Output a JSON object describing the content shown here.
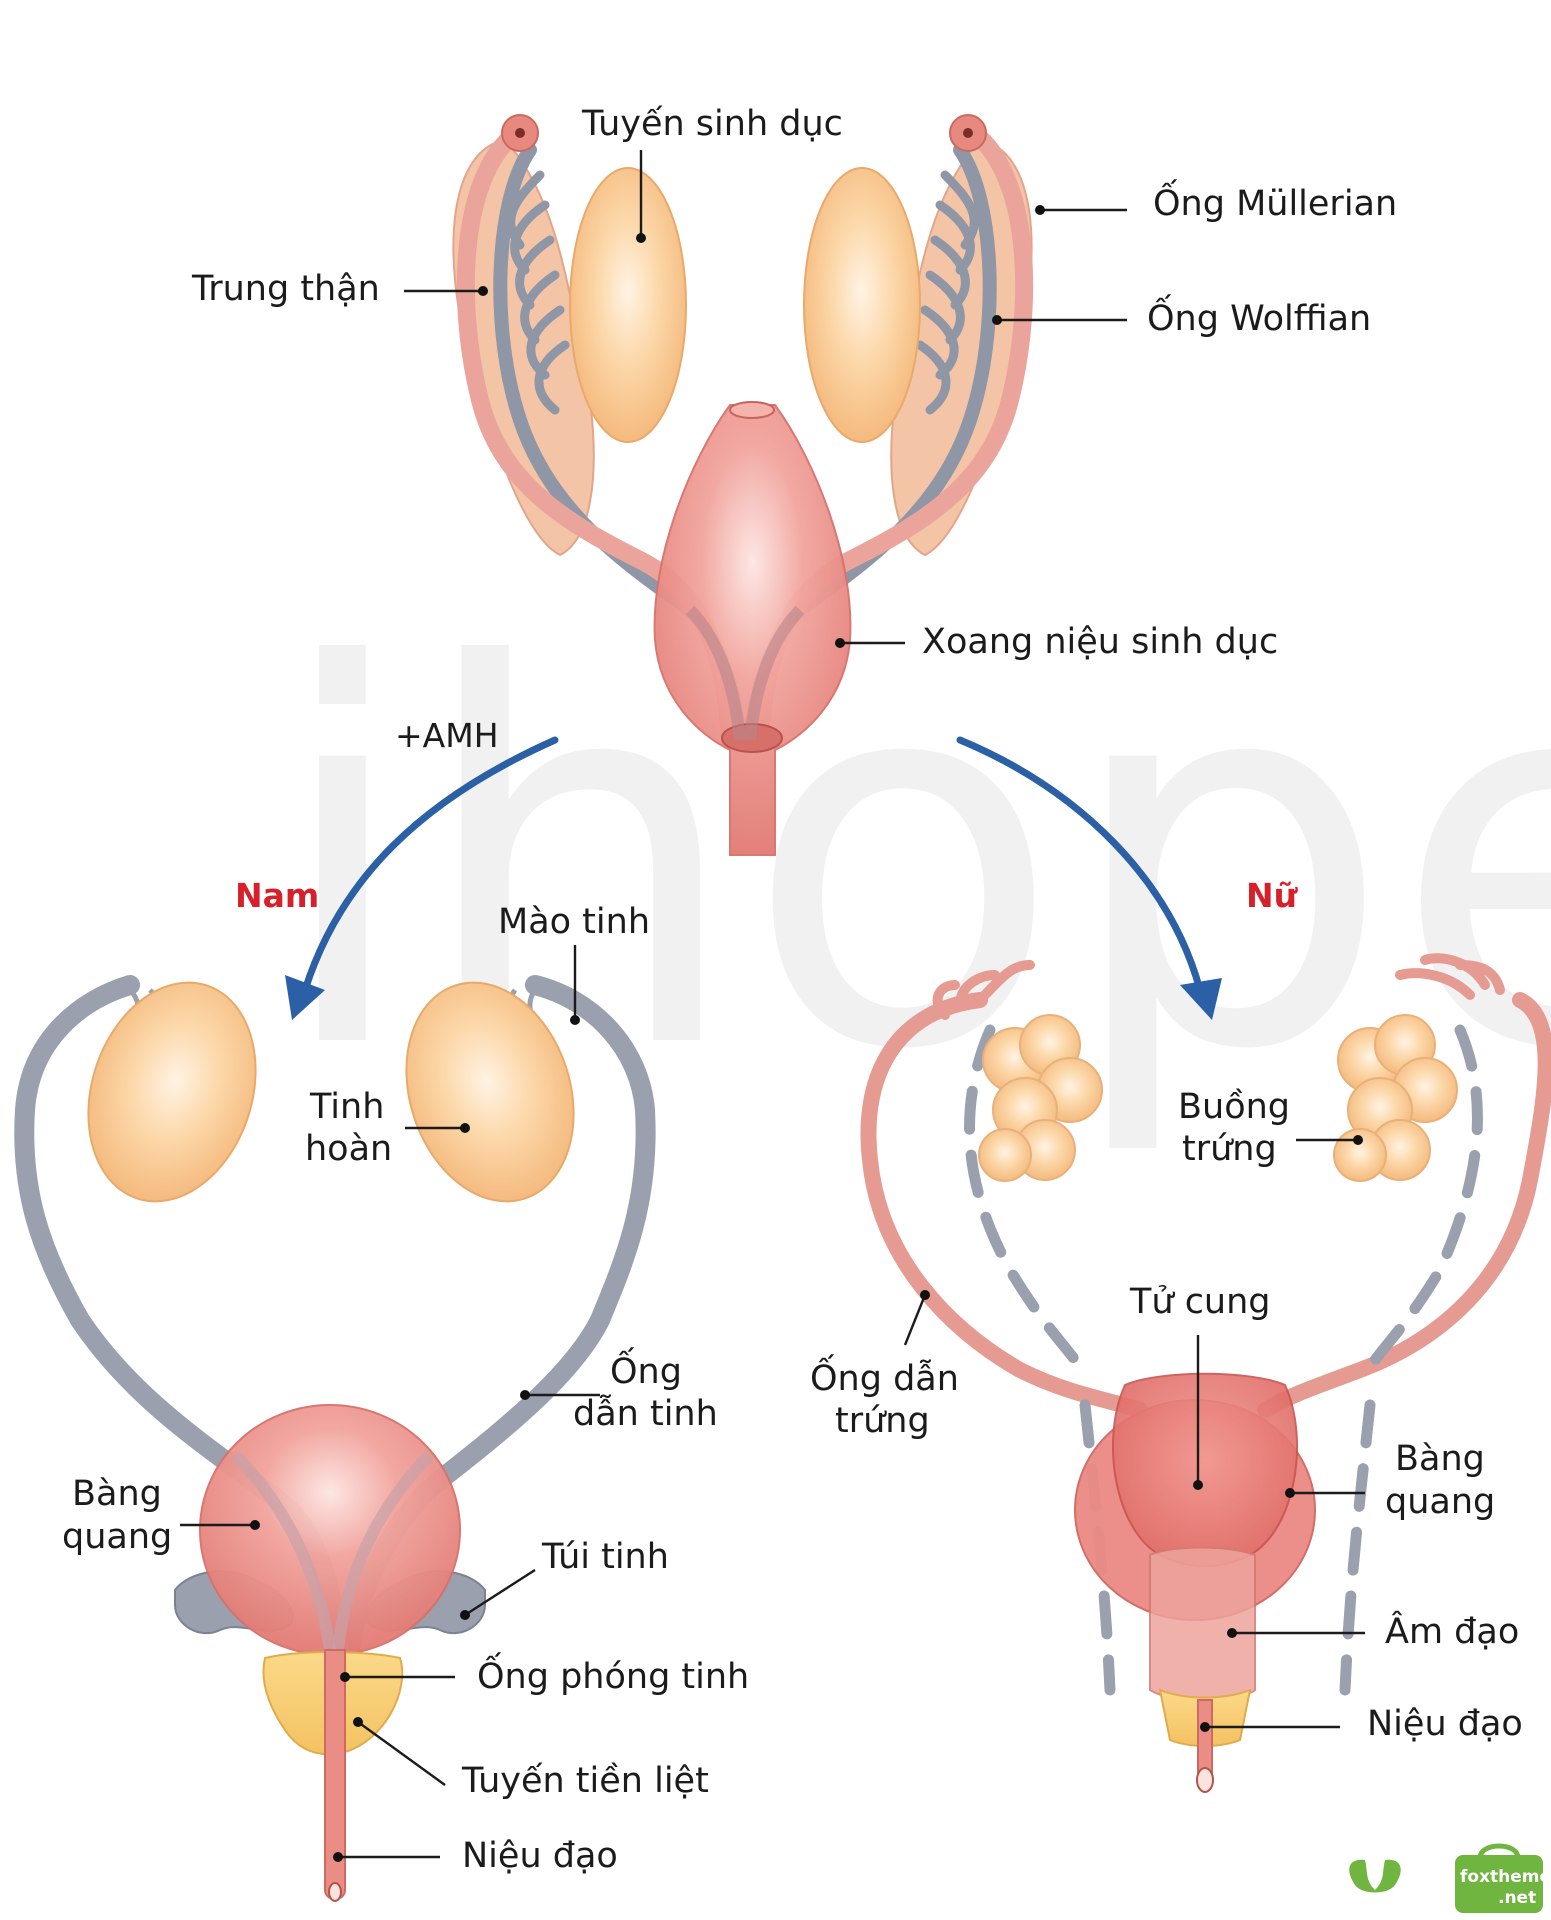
{
  "watermark": "ihope",
  "top": {
    "gonad": "Tuyến sinh dục",
    "mesonephros": "Trung thận",
    "mullerian": "Ống Müllerian",
    "wolffian": "Ống Wolffian",
    "urogenital_sinus": "Xoang niệu sinh dục"
  },
  "transition": {
    "amh": "+AMH",
    "male": "Nam",
    "female": "Nữ"
  },
  "male": {
    "epididymis": "Mào tinh",
    "testis_line1": "Tinh",
    "testis_line2": "hoàn",
    "vas_line1": "Ống",
    "vas_line2": "dẫn tinh",
    "bladder_line1": "Bàng",
    "bladder_line2": "quang",
    "seminal_vesicle": "Túi tinh",
    "ejaculatory_duct": "Ống phóng tinh",
    "prostate": "Tuyến tiền liệt",
    "urethra": "Niệu đạo"
  },
  "female": {
    "ovary_line1": "Buồng",
    "ovary_line2": "trứng",
    "uterus": "Tử cung",
    "tube_line1": "Ống dẫn",
    "tube_line2": "trứng",
    "bladder_line1": "Bàng",
    "bladder_line2": "quang",
    "vagina": "Âm đạo",
    "urethra": "Niệu đạo"
  },
  "brand": {
    "line1": "foxtheme",
    "line2": ".net"
  },
  "colors": {
    "label_red": "#d8202a",
    "arrow_blue": "#2b5fa6",
    "organ_pink": "#ea8580",
    "gonad_peach": "#f8c88e",
    "duct_gray": "#8f96a6",
    "brand_green": "#6fb53f"
  }
}
